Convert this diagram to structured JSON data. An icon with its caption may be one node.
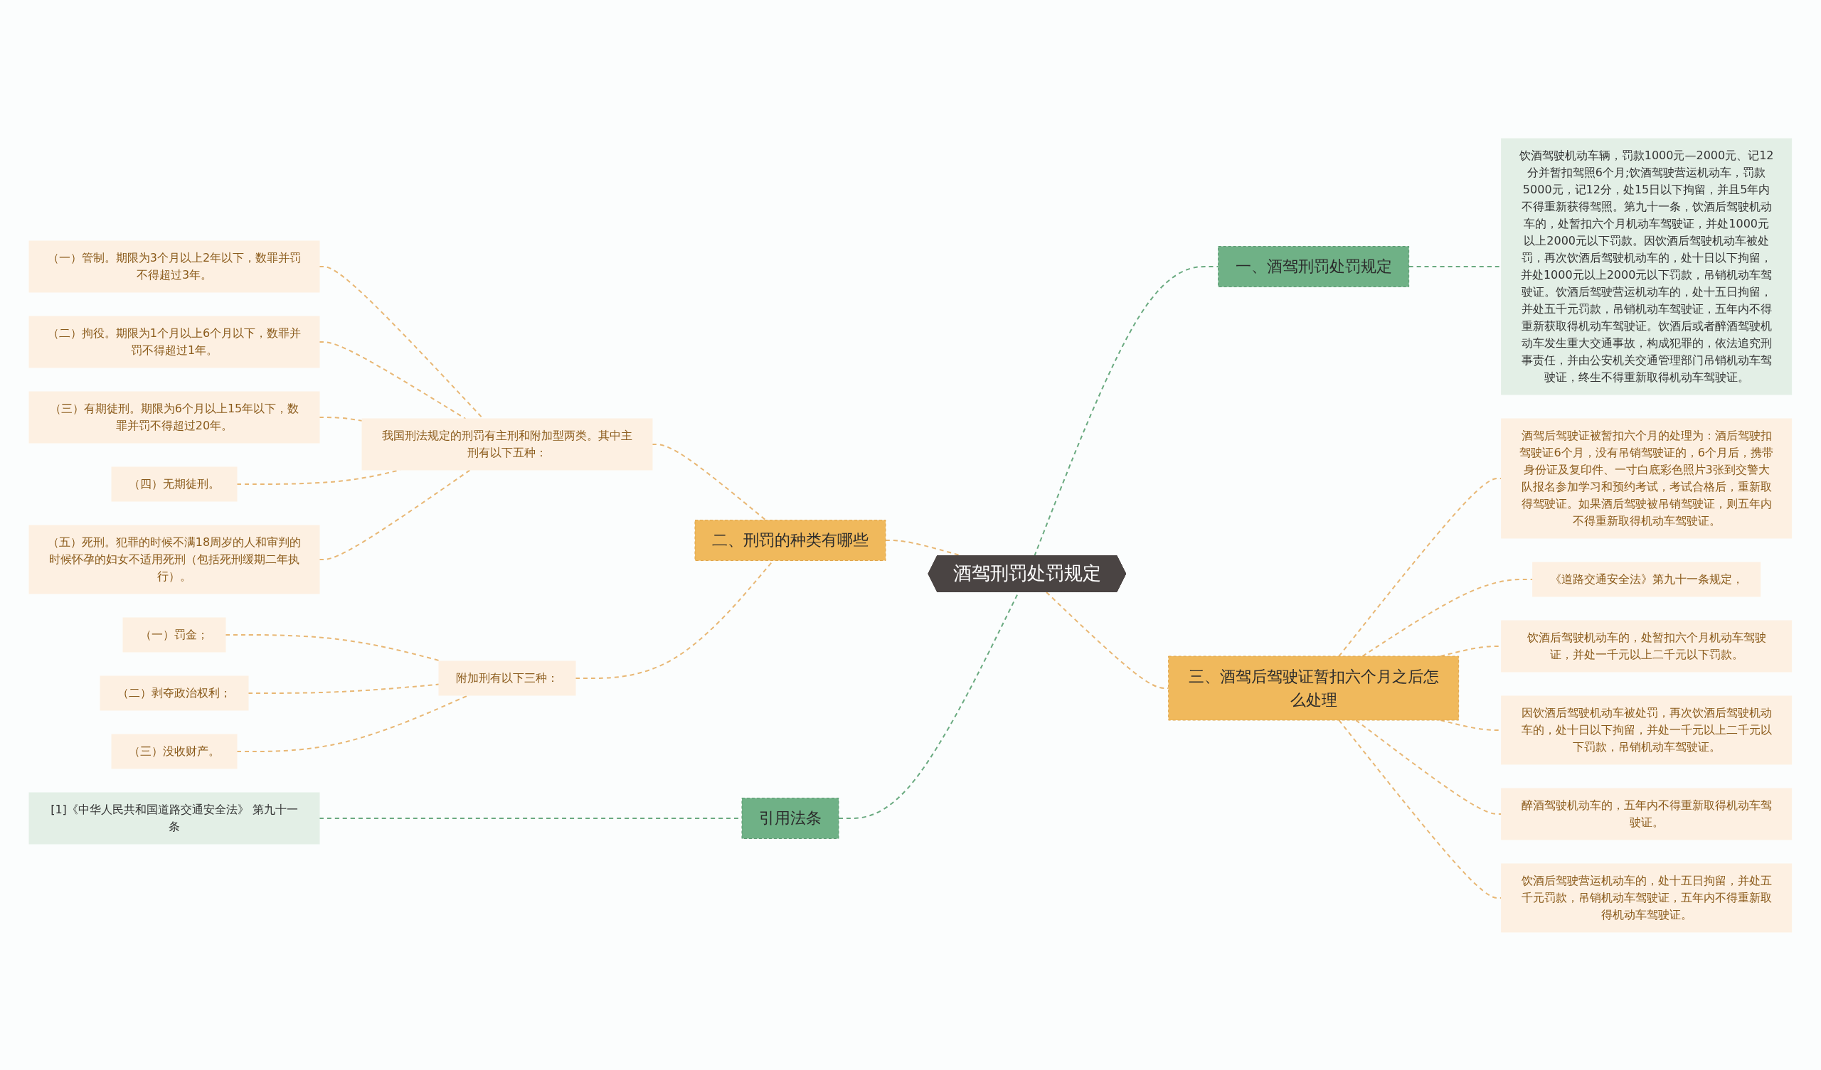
{
  "diagram": {
    "nodes": [
      {
        "text": [
          "酒驾刑罚处罚规定"
        ]
      },
      {
        "text": [
          "一、酒驾刑罚处罚规定"
        ]
      },
      {
        "text": [
          "饮酒驾驶机动车辆，罚款1000元—2000元、记12分并暂扣驾照6个月;饮酒驾驶营运机动车，罚款5000元，记12分，处15日以下拘留，并且5年内不得重新获得驾照。第九十一条，饮酒后驾驶机动车的，处暂扣六个月机动车驾驶证，并处1000元以上2000元以下罚款。因饮酒后驾驶机动车被处罚，再次饮酒后驾驶机动车的，处十日以下拘留，并处1000元以上2000元以下罚款，吊销机动车驾驶证。饮酒后驾驶营运机动车的，处十五日拘留，并处五千元罚款，吊销机动车驾驶证，五年内不得重新获取得机动车驾驶证。饮酒后或者醉酒驾驶机动车发生重大交通事故，构成犯罪的，依法追究刑事责任，并由公安机关交通管理部门吊销机动车驾驶证，终生不得重新取得机动车驾驶证。"
        ]
      },
      {
        "text": [
          "二、刑罚的种类有哪些"
        ]
      },
      {
        "text": [
          "我国刑法规定的刑罚有主刑和附加型两类。其中主刑有以下五种："
        ]
      },
      {
        "text": [
          "（一）管制。期限为3个月以上2年以下，数罪并罚不得超过3年。"
        ]
      },
      {
        "text": [
          "（二）拘役。期限为1个月以上6个月以下，数罪并罚不得超过1年。"
        ]
      },
      {
        "text": [
          "（三）有期徒刑。期限为6个月以上15年以下，数罪并罚不得超过20年。"
        ]
      },
      {
        "text": [
          "（四）无期徒刑。"
        ]
      },
      {
        "text": [
          "（五）死刑。犯罪的时候不满18周岁的人和审判的时候怀孕的妇女不适用死刑（包括死刑缓期二年执行）。"
        ]
      },
      {
        "text": [
          "附加刑有以下三种："
        ]
      },
      {
        "text": [
          "（一）罚金；"
        ]
      },
      {
        "text": [
          "（二）剥夺政治权利；"
        ]
      },
      {
        "text": [
          "（三）没收财产。"
        ]
      },
      {
        "text": [
          "引用法条"
        ]
      },
      {
        "text": [
          "[1]《中华人民共和国道路交通安全法》 第九十一条"
        ]
      },
      {
        "text": [
          "三、酒驾后驾驶证暂扣六个月之后怎么处理"
        ]
      },
      {
        "text": [
          "酒驾后驾驶证被暂扣六个月的处理为：酒后驾驶扣驾驶证6个月，没有吊销驾驶证的，6个月后，携带身份证及复印件、一寸白底彩色照片3张到交警大队报名参加学习和预约考试，考试合格后，重新取得驾驶证。如果酒后驾驶被吊销驾驶证，则五年内不得重新取得机动车驾驶证。"
        ]
      },
      {
        "text": [
          "《道路交通安全法》第九十一条规定，"
        ]
      },
      {
        "text": [
          "饮酒后驾驶机动车的，处暂扣六个月机动车驾驶证，并处一千元以上二千元以下罚款。"
        ]
      },
      {
        "text": [
          "因饮酒后驾驶机动车被处罚，再次饮酒后驾驶机动车的，处十日以下拘留，并处一千元以上二千元以下罚款，吊销机动车驾驶证。"
        ]
      },
      {
        "text": [
          "醉酒驾驶机动车的，五年内不得重新取得机动车驾驶证。"
        ]
      },
      {
        "text": [
          "饮酒后驾驶营运机动车的，处十五日拘留，并处五千元罚款，吊销机动车驾驶证，五年内不得重新取得机动车驾驶证。"
        ]
      }
    ],
    "edges": [
      {
        "from": 0,
        "to": 1,
        "arrow": "none",
        "style": "dashed",
        "color": "#6aaa80"
      },
      {
        "from": 1,
        "to": 2,
        "arrow": "none",
        "style": "dashed",
        "color": "#6aaa80"
      },
      {
        "from": 0,
        "to": 3,
        "arrow": "none",
        "style": "dashed"
      },
      {
        "from": 3,
        "to": 4,
        "arrow": "none",
        "style": "dashed"
      },
      {
        "from": 4,
        "to": 5,
        "arrow": "none",
        "style": "dashed"
      },
      {
        "from": 4,
        "to": 6,
        "arrow": "none",
        "style": "dashed"
      },
      {
        "from": 4,
        "to": 7,
        "arrow": "none",
        "style": "dashed"
      },
      {
        "from": 4,
        "to": 8,
        "arrow": "none",
        "style": "dashed"
      },
      {
        "from": 4,
        "to": 9,
        "arrow": "none",
        "style": "dashed"
      },
      {
        "from": 3,
        "to": 10,
        "arrow": "none",
        "style": "dashed"
      },
      {
        "from": 10,
        "to": 11,
        "arrow": "none",
        "style": "dashed"
      },
      {
        "from": 10,
        "to": 12,
        "arrow": "none",
        "style": "dashed"
      },
      {
        "from": 10,
        "to": 13,
        "arrow": "none",
        "style": "dashed"
      },
      {
        "from": 0,
        "to": 14,
        "arrow": "none",
        "style": "dashed",
        "color": "#6aaa80"
      },
      {
        "from": 14,
        "to": 15,
        "arrow": "none",
        "style": "dashed",
        "color": "#6aaa80"
      },
      {
        "from": 0,
        "to": 16,
        "arrow": "none",
        "style": "dashed"
      },
      {
        "from": 16,
        "to": 17,
        "arrow": "none",
        "style": "dashed"
      },
      {
        "from": 16,
        "to": 18,
        "arrow": "none",
        "style": "dashed"
      },
      {
        "from": 16,
        "to": 19,
        "arrow": "none",
        "style": "dashed"
      },
      {
        "from": 16,
        "to": 20,
        "arrow": "none",
        "style": "dashed"
      },
      {
        "from": 16,
        "to": 21,
        "arrow": "none",
        "style": "dashed"
      },
      {
        "from": 16,
        "to": 22,
        "arrow": "none",
        "style": "dashed"
      }
    ]
  }
}
